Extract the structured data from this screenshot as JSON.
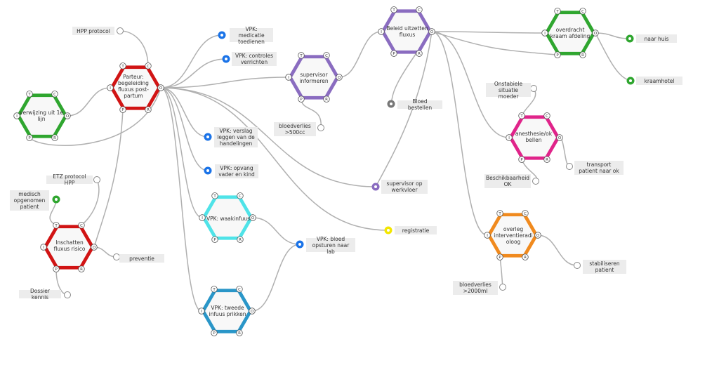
{
  "colors": {
    "red": "#d11414",
    "green": "#2fa62f",
    "purple": "#8a6cc0",
    "magenta": "#e0248a",
    "orange": "#f08a1e",
    "cyan": "#4fe3e8",
    "teal": "#2a96c8",
    "blue_dot": "#1a73e8",
    "grey_dot": "#777777",
    "yellow_dot": "#f3e600",
    "line": "#b0b0b0"
  },
  "port_letters": {
    "top_left": "T",
    "top_right": "C",
    "left": "I",
    "right": "O",
    "bottom_left": "P",
    "bottom_right": "R"
  },
  "hexagons": {
    "verwijzing": "verwijzing uit 1e lijn",
    "parteur": "Parteur: begeleiding fluxus post-partum",
    "inschatten": "Inschatten fluxus risico",
    "vpk_waakinfuus": "VPK: waakinfuus",
    "vpk_tweede": "VPK: tweede infuus prikken",
    "supervisor": "supervisor informeren",
    "beleid": "Beleid uitzetten fluxus",
    "overdracht": "overdracht kraam afdeling",
    "anesthesie": "anesthesie/ok bellen",
    "overleg": "overleg interventieradi oloog"
  },
  "inputs": {
    "hpp_protocol": "HPP protocol",
    "etz_protocol": "ETZ protocol HPP",
    "dossier_kennis": "Dossier kennis",
    "bloedverlies_500": "bloedverlies >500cc",
    "onstabiele": "Onstabiele situatie moeder",
    "beschikbaarheid": "Beschikbaarheid OK",
    "bloedverlies_2000": "bloedverlies >2000ml"
  },
  "outputs": {
    "preventie": "preventie",
    "transport": "transport patient naar ok",
    "stabiliseren": "stabiliseren patient",
    "naar_huis": "naar huis",
    "kraamhotel": "kraamhotel",
    "bloed_bestellen": "Bloed bestellen",
    "medisch": "medisch opgenomen patient",
    "vpk_medicatie": "VPK: medicatie toedienen",
    "vpk_controles": "VPK: controles verrichten",
    "vpk_verslag": "VPK: verslag leggen van de handelingen",
    "vpk_opvang": "VPK: opvang vader en kind",
    "vpk_bloed": "VPK: bloed opsturen naar lab",
    "supervisor_op": "supervisor op werkvloer",
    "registratie": "registratie"
  }
}
